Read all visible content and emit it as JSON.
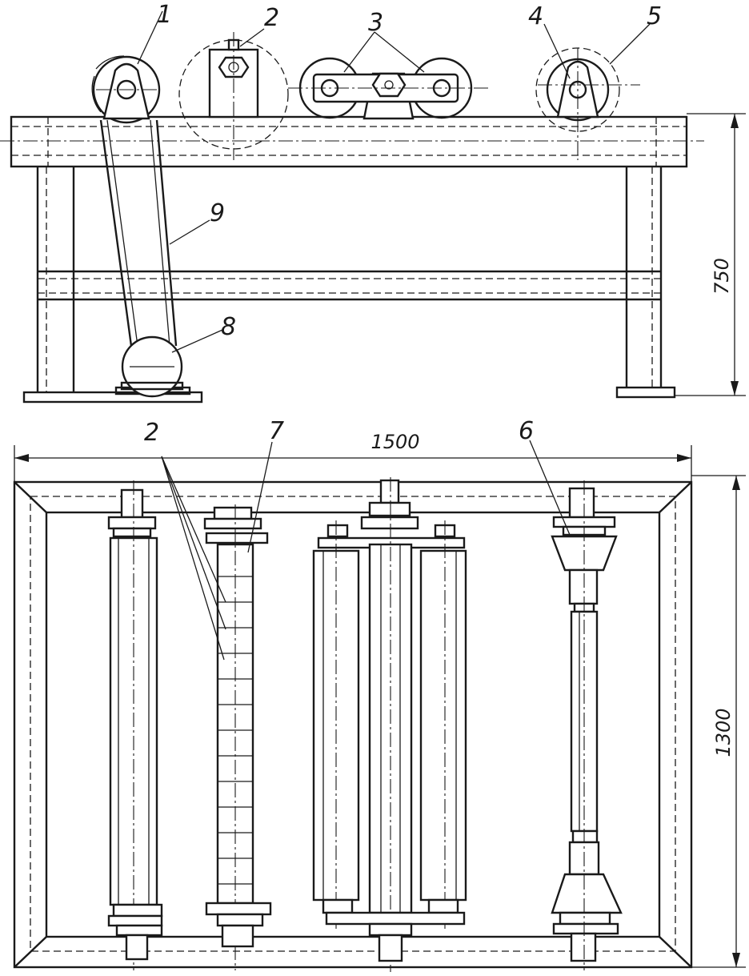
{
  "labels": {
    "p1": "1",
    "p2": "2",
    "p3": "3",
    "p4": "4",
    "p5": "5",
    "p6": "6",
    "p7": "7",
    "p8": "8",
    "p9": "9",
    "p2_plan": "2"
  },
  "dimensions": {
    "height": "750",
    "width": "1500",
    "depth": "1300"
  }
}
